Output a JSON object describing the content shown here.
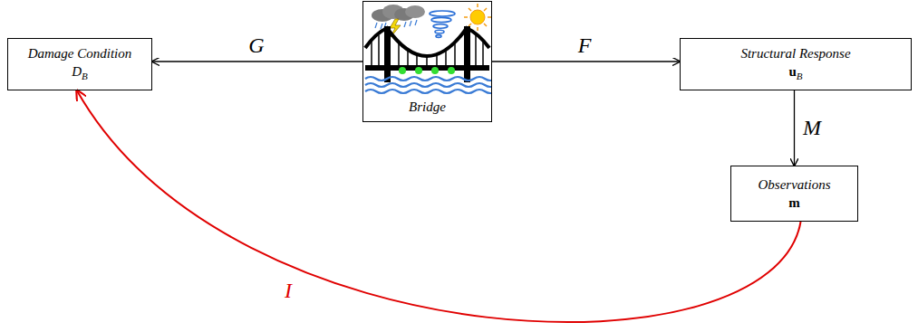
{
  "diagram": {
    "nodes": [
      {
        "text": [
          "Damage Condition",
          "DB"
        ]
      },
      {
        "text": [
          "Bridge"
        ]
      },
      {
        "text": [
          "Structural Response",
          "uB"
        ]
      },
      {
        "text": [
          "Observations",
          "m"
        ]
      }
    ],
    "edges": [
      {
        "from": 1,
        "to": 0,
        "label": "G",
        "arrow": "to"
      },
      {
        "from": 1,
        "to": 2,
        "label": "F",
        "arrow": "to"
      },
      {
        "from": 2,
        "to": 3,
        "label": "M",
        "arrow": "to"
      },
      {
        "from": 3,
        "to": 0,
        "label": "I",
        "arrow": "to"
      }
    ]
  }
}
